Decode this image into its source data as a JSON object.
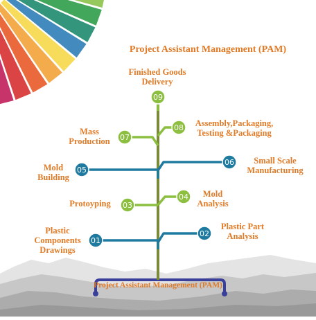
{
  "title": "Project Assistant Management (PAM)",
  "base_label": "Project Assistant Management (PAM)",
  "colors": {
    "label": "#e07a26",
    "green": "#8cbf3f",
    "blue": "#1f7aa0",
    "trunk": "#7a8a3a",
    "base": "#3a3f9a"
  },
  "steps": [
    {
      "num": "01",
      "label": "Plastic\nComponents\nDrawings",
      "color": "blue"
    },
    {
      "num": "02",
      "label": "Plastic Part\nAnalysis",
      "color": "blue"
    },
    {
      "num": "03",
      "label": "Protoyping",
      "color": "green"
    },
    {
      "num": "04",
      "label": "Mold\nAnalysis",
      "color": "green"
    },
    {
      "num": "05",
      "label": "Mold\nBuilding",
      "color": "blue"
    },
    {
      "num": "06",
      "label": "Small Scale\nManufacturing",
      "color": "blue"
    },
    {
      "num": "07",
      "label": "Mass\nProduction",
      "color": "green"
    },
    {
      "num": "08",
      "label": "Assembly,Packaging,\nTesting &Packaging",
      "color": "green"
    },
    {
      "num": "09",
      "label": "Finished Goods\nDelivery",
      "color": "green"
    }
  ]
}
